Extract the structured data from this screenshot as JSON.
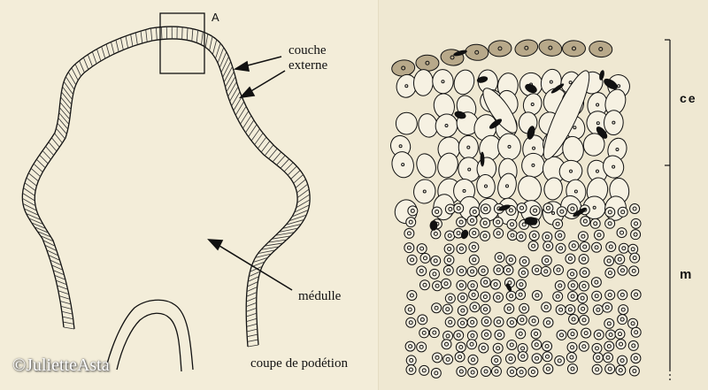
{
  "labels": {
    "box_letter": "A",
    "couche": "couche",
    "externe": "externe",
    "medulle": "médulle",
    "coupe": "coupe de podétion",
    "scale_upper": "ce",
    "scale_lower": "m"
  },
  "watermark": "©JulietteAsta",
  "colors": {
    "ink": "#111111",
    "paper": "#f3edd9",
    "cell_fill_dark": "#b8a98a"
  }
}
